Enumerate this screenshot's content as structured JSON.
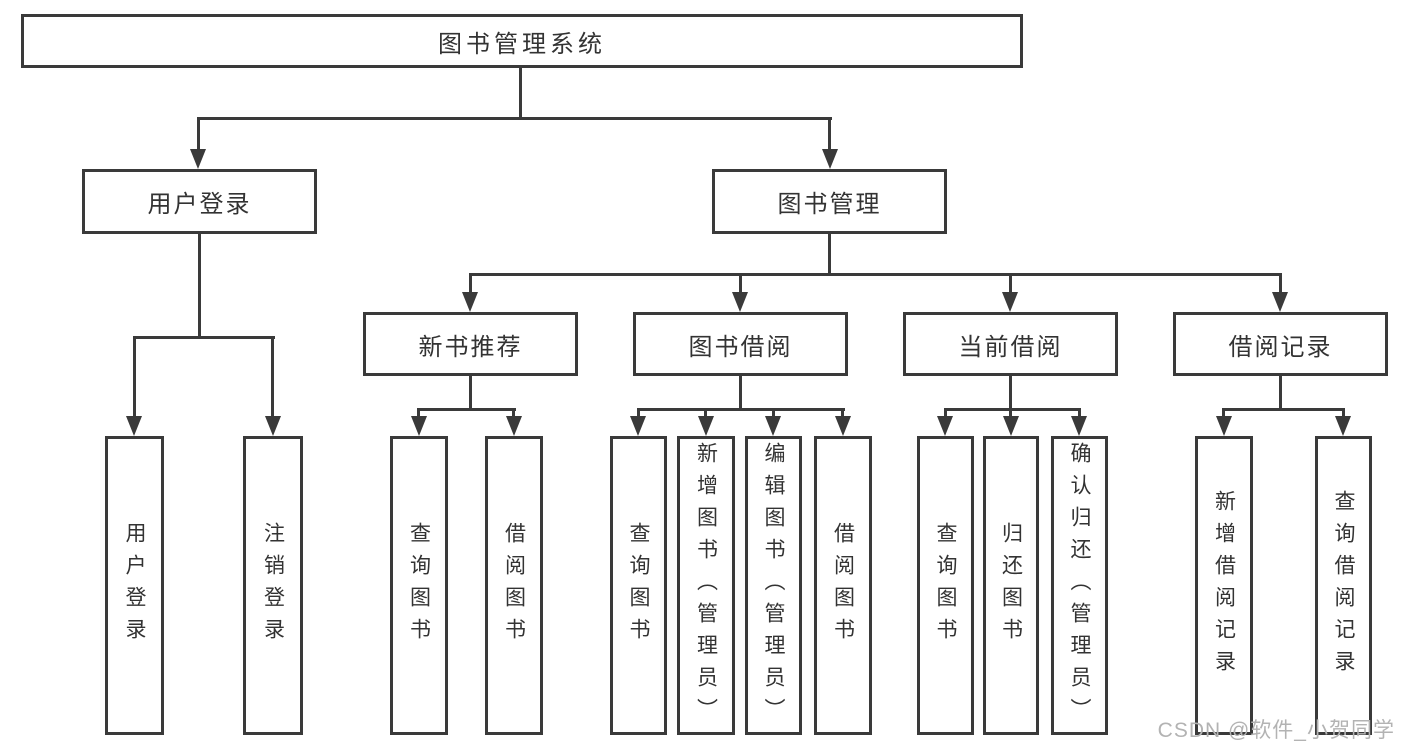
{
  "page": {
    "background": "#ffffff"
  },
  "colors": {
    "line": "#3a3a3a",
    "box_border": "#3a3a3a",
    "text": "#333333",
    "watermark": "#b3b3b3"
  },
  "nodes": {
    "root": {
      "label": "图书管理系统"
    },
    "user_login": {
      "label": "用户登录"
    },
    "book_mgmt": {
      "label": "图书管理"
    },
    "new_book_rec": {
      "label": "新书推荐"
    },
    "book_borrow": {
      "label": "图书借阅"
    },
    "current_borrow": {
      "label": "当前借阅"
    },
    "borrow_records": {
      "label": "借阅记录"
    },
    "leaf_user_login": {
      "label": "用户登录"
    },
    "leaf_logout": {
      "label": "注销登录"
    },
    "leaf_nbr_query_book": {
      "label": "查询图书"
    },
    "leaf_nbr_borrow_book": {
      "label": "借阅图书"
    },
    "leaf_bb_query_book": {
      "label": "查询图书"
    },
    "leaf_bb_add_book": {
      "label": "新增图书（管理员）"
    },
    "leaf_bb_edit_book": {
      "label": "编辑图书（管理员）"
    },
    "leaf_bb_borrow_book": {
      "label": "借阅图书"
    },
    "leaf_cb_query_book": {
      "label": "查询图书"
    },
    "leaf_cb_return_book": {
      "label": "归还图书"
    },
    "leaf_cb_confirm_return": {
      "label": "确认归还（管理员）"
    },
    "leaf_br_add_record": {
      "label": "新增借阅记录"
    },
    "leaf_br_query_record": {
      "label": "查询借阅记录"
    }
  },
  "watermark": {
    "text": "CSDN @软件_小贺同学"
  }
}
